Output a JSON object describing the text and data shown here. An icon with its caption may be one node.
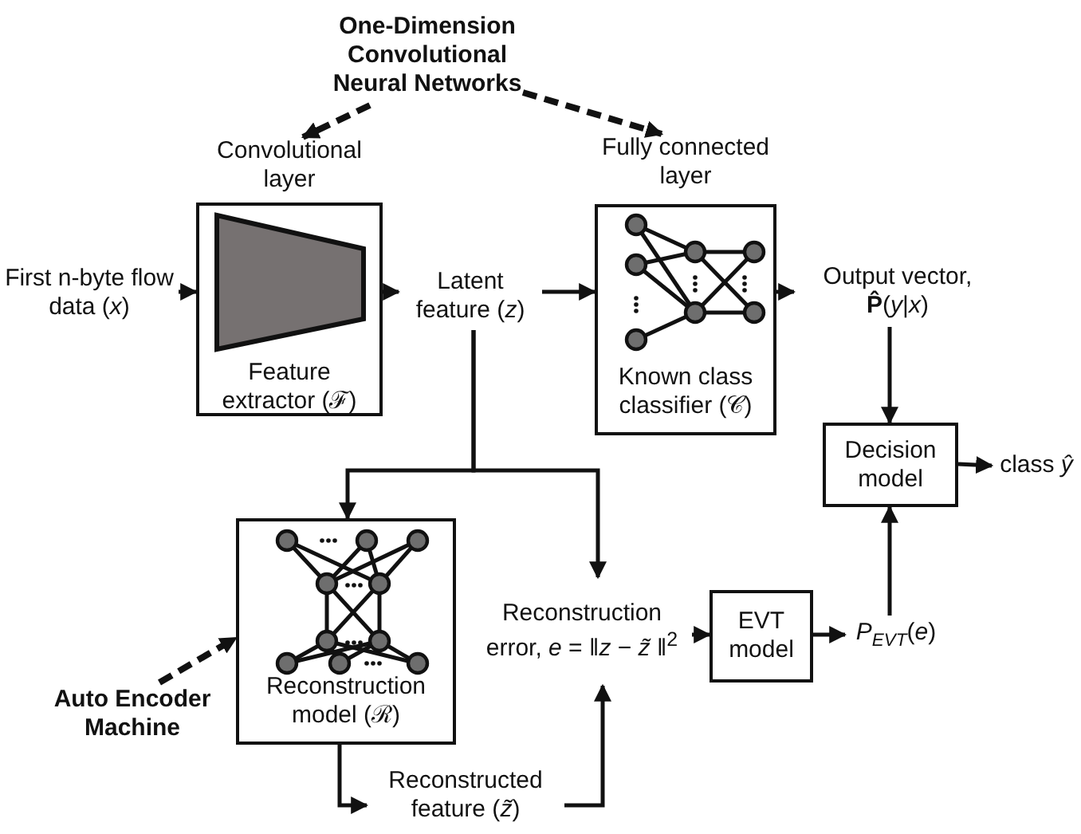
{
  "diagram": {
    "nodes": [
      {
        "text": [
          "First n-byte flow data (*x*)"
        ]
      },
      {
        "text": [
          "Convolutional layer",
          "Feature extractor (ℱ)"
        ]
      },
      {
        "text": [
          "Latent feature (*z*)"
        ]
      },
      {
        "text": [
          "Fully connected layer",
          "Known class classifier (𝒞)"
        ]
      },
      {
        "text": [
          "Output vector, **P̂**(*y*|*x*)"
        ]
      },
      {
        "text": [
          "Decision model"
        ]
      },
      {
        "text": [
          "class *ŷ*"
        ]
      },
      {
        "text": [
          "One-Dimension Convolutional Neural Networks"
        ]
      },
      {
        "text": [
          "Reconstruction model (ℛ)"
        ]
      },
      {
        "text": [
          "Auto Encoder Machine"
        ]
      },
      {
        "text": [
          "Reconstruction error, *e* = ‖*z* − *z̃* ‖$^{2}$"
        ]
      },
      {
        "text": [
          "EVT model"
        ]
      },
      {
        "text": [
          "*P*$_{EVT}$(*e*)"
        ]
      },
      {
        "text": [
          "Reconstructed feature (*z̃*)"
        ]
      }
    ],
    "edges": [
      {
        "from": 0,
        "to": 1,
        "arrow": "to"
      },
      {
        "from": 1,
        "to": 2,
        "arrow": "to"
      },
      {
        "from": 2,
        "to": 3,
        "arrow": "to"
      },
      {
        "from": 3,
        "to": 4,
        "arrow": "to"
      },
      {
        "from": 4,
        "to": 5,
        "arrow": "to"
      },
      {
        "from": 5,
        "to": 6,
        "arrow": "to"
      },
      {
        "from": 7,
        "to": 1,
        "arrow": "to",
        "style": "dashed"
      },
      {
        "from": 7,
        "to": 3,
        "arrow": "to",
        "style": "dashed"
      },
      {
        "from": 2,
        "to": 8,
        "arrow": "to"
      },
      {
        "from": 2,
        "to": 10,
        "arrow": "to"
      },
      {
        "from": 8,
        "to": 13,
        "arrow": "to"
      },
      {
        "from": 13,
        "to": 10,
        "arrow": "to"
      },
      {
        "from": 10,
        "to": 11,
        "arrow": "to"
      },
      {
        "from": 11,
        "to": 12,
        "arrow": "to"
      },
      {
        "from": 12,
        "to": 5,
        "arrow": "to"
      },
      {
        "from": 9,
        "to": 8,
        "arrow": "to",
        "style": "dashed"
      }
    ]
  }
}
